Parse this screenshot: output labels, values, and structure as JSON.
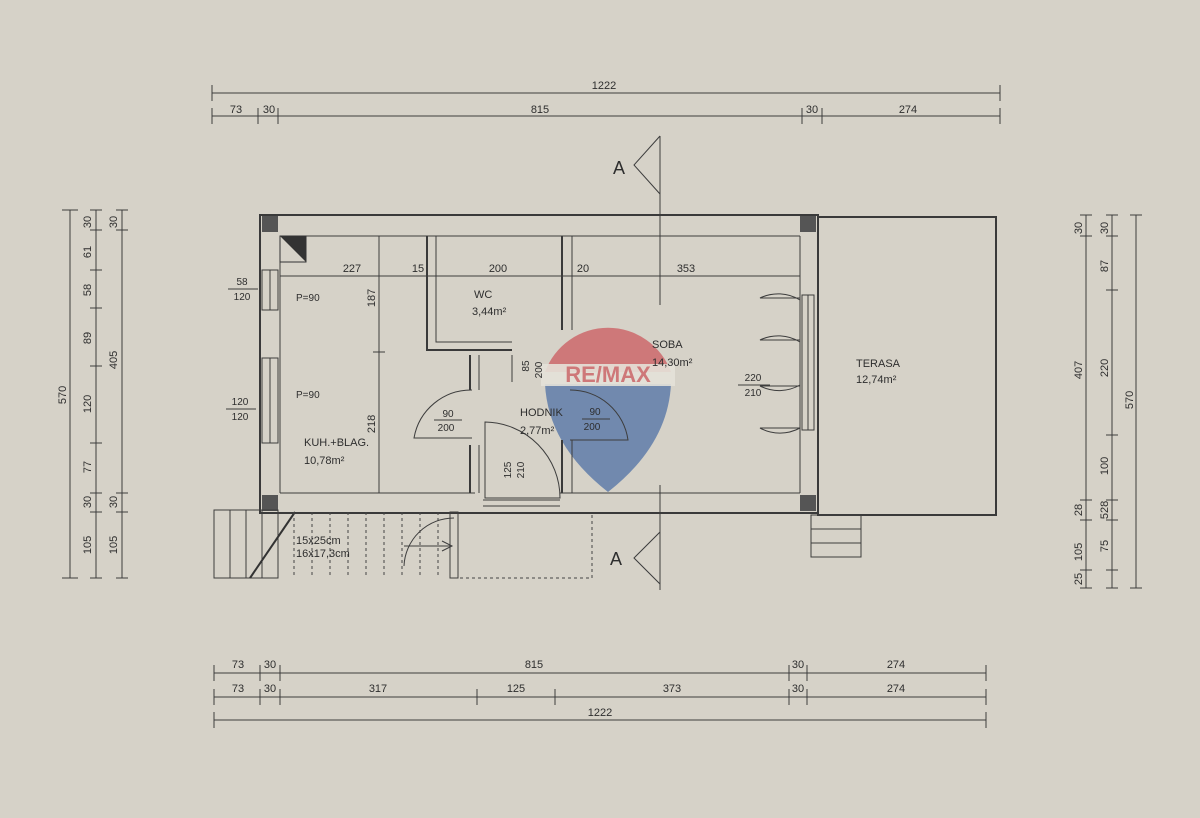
{
  "colors": {
    "paper": "#d6d2c8",
    "ink": "#2e2e2e",
    "watermark_red": "#c9303a",
    "watermark_blue": "#1f4f9a"
  },
  "watermark": {
    "text": "RE/MAX"
  },
  "section_marker": {
    "top": "A",
    "bottom": "A"
  },
  "top_dims": {
    "total": "1222",
    "segments": [
      "73",
      "30",
      "815",
      "30",
      "274"
    ]
  },
  "bottom_dims": {
    "row1": [
      "73",
      "30",
      "815",
      "30",
      "274"
    ],
    "row2": [
      "73",
      "30",
      "317",
      "125",
      "373",
      "30",
      "274"
    ],
    "total": "1222"
  },
  "left_dims": {
    "total": "570",
    "col_inner": [
      "30",
      "61",
      "58",
      "89",
      "120",
      "77",
      "30",
      "105"
    ],
    "col_mid": [
      "405"
    ],
    "col_outer": [
      "30",
      "30",
      "105"
    ]
  },
  "right_dims": {
    "total": "570",
    "col_inner": [
      "30",
      "407",
      "28",
      "105",
      "25"
    ],
    "col_mid": [
      "30",
      "87",
      "220",
      "100",
      "528",
      "75"
    ]
  },
  "interior_dims": [
    "227",
    "15",
    "200",
    "20",
    "353",
    "187",
    "218"
  ],
  "rooms": {
    "wc": {
      "name": "WC",
      "area": "3,44m²"
    },
    "soba": {
      "name": "SOBA",
      "area": "14,30m²"
    },
    "terasa": {
      "name": "TERASA",
      "area": "12,74m²"
    },
    "hodnik": {
      "name": "HODNIK",
      "area": "2,77m²"
    },
    "kuhinja": {
      "name": "KUH.+BLAG.",
      "area": "10,78m²"
    }
  },
  "openings": {
    "win1": {
      "w": "58",
      "h": "120",
      "sill": "P=90"
    },
    "win2": {
      "w": "120",
      "h": "120",
      "sill": "P=90"
    },
    "door_wc": {
      "w": "85",
      "h": "200"
    },
    "door_kitchen": {
      "w": "90",
      "h": "200"
    },
    "door_soba": {
      "w": "90",
      "h": "200"
    },
    "door_entry": {
      "w": "125",
      "h": "210"
    },
    "door_terrace": {
      "w": "220",
      "h": "210"
    }
  },
  "stairs": {
    "line1": "15x25cm",
    "line2": "16x17,3cm"
  }
}
